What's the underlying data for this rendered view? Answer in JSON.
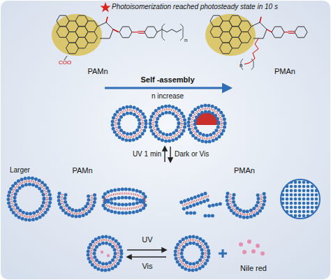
{
  "diagram": {
    "nodes": [
      {
        "text": [
          "UV",
          "Vis",
          "Nile red"
        ]
      }
    ],
    "labels": [
      "Photoisomerization reached photosteady state in 10 s",
      "COO",
      "n",
      "PAMn",
      "n",
      "PMAn",
      "Self -assembly",
      "n increase",
      "UV 1 min",
      "Dark or Vis",
      "Larger",
      "PAMn",
      "PMAn"
    ]
  }
}
